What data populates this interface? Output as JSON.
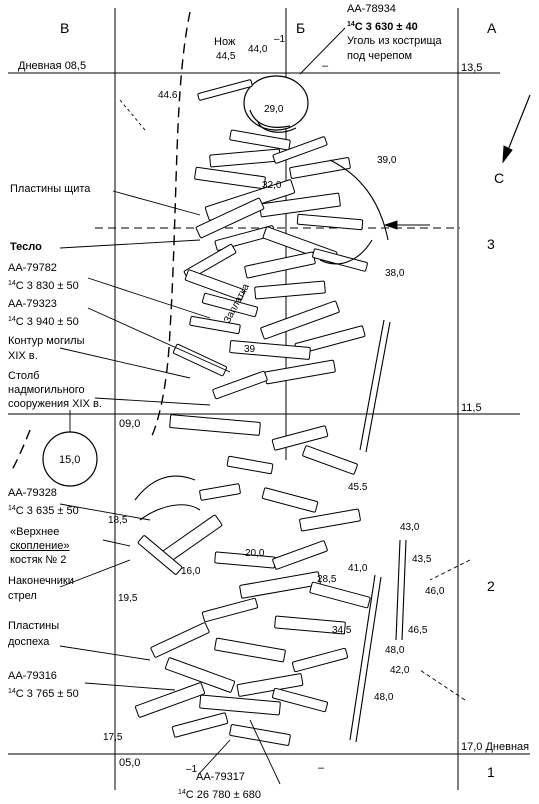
{
  "grid": {
    "col_left": "В",
    "col_mid": "Б",
    "col_right": "А",
    "row_upper": "3",
    "row_mid": "2",
    "row_lower": "1",
    "north_arrow": "С"
  },
  "datums": {
    "top_left": "Дневная 08,5",
    "top_right": "13,5",
    "mid_left": "09,0",
    "mid_right": "11,5",
    "bottom_left": "05,0",
    "bottom_right": "17,0 Дневная"
  },
  "labels": {
    "knife": "Нож",
    "knife_elev_1": "44,5",
    "knife_elev_2": "44,0",
    "sample_top_id": "АА-78934",
    "sample_top_age": "С 3 630 ± 40",
    "sample_top_note_1": "Уголь из кострища",
    "sample_top_note_2": "под черепом",
    "shield_plates": "Пластины щита",
    "adze": "Тесло",
    "s79782_id": "АА-79782",
    "s79782_age": "С 3 830 ± 50",
    "s79323_id": "АА-79323",
    "s79323_age": "С 3 940 ± 50",
    "grave_contour_1": "Контур могилы",
    "grave_contour_2": "XIX в.",
    "post_1": "Столб",
    "post_2": "надмогильного",
    "post_3": "сооружения XIX в.",
    "post_value": "15,0",
    "s79328_id": "АА-79328",
    "s79328_age": "С 3 635 ± 50",
    "upper_cluster_1": "«Верхнее",
    "upper_cluster_2": "скопление»",
    "upper_cluster_3": "костяк № 2",
    "arrowheads_1": "Наконечники",
    "arrowheads_2": "стрел",
    "armor_1": "Пластины",
    "armor_2": "доспеха",
    "s79316_id": "АА-79316",
    "s79316_age": "С 3 765 ± 50",
    "s79317_id": "АА-79317",
    "s79317_age": "С 26 780 ± 680",
    "radiocarbon_sup": "14",
    "patch": "Заплатка"
  },
  "elevations": {
    "e44_6": "44.6",
    "e29_0": "29,0",
    "e39_0": "39,0",
    "e32_0": "32,0",
    "e38_0": "38,0",
    "e39": "39",
    "e45_5": "45.5",
    "e18_5": "18,5",
    "e43_0": "43,0",
    "e43_5": "43,5",
    "e20_0": "20,0",
    "e16_0": "16,0",
    "e41_0": "41,0",
    "e28_5": "28,5",
    "e46_0": "46,0",
    "e19_5": "19,5",
    "e34_5": "34,5",
    "e46_5": "46,5",
    "e48_0a": "48,0",
    "e42_0": "42,0",
    "e48_0b": "48,0",
    "e17_5": "17,5"
  },
  "marks": {
    "minus": "–",
    "minus_one": "–1"
  }
}
